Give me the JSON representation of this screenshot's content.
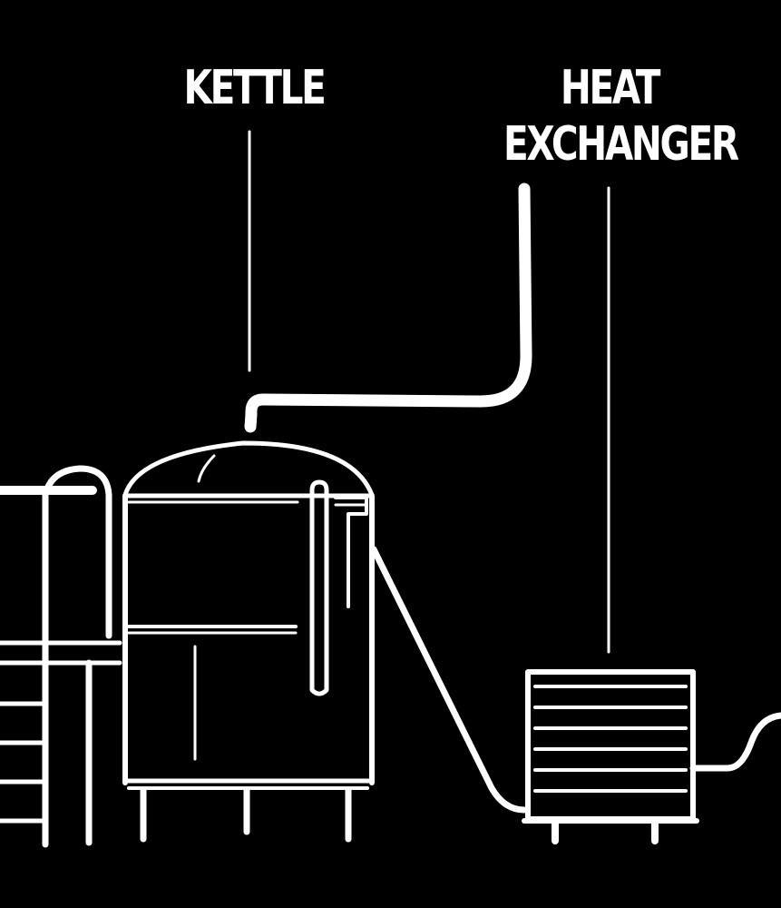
{
  "labels": {
    "kettle": "KETTLE",
    "heat_exchanger_line1": "HEAT",
    "heat_exchanger_line2": "EXCHANGER"
  },
  "colors": {
    "background": "#000000",
    "line": "#ffffff"
  }
}
